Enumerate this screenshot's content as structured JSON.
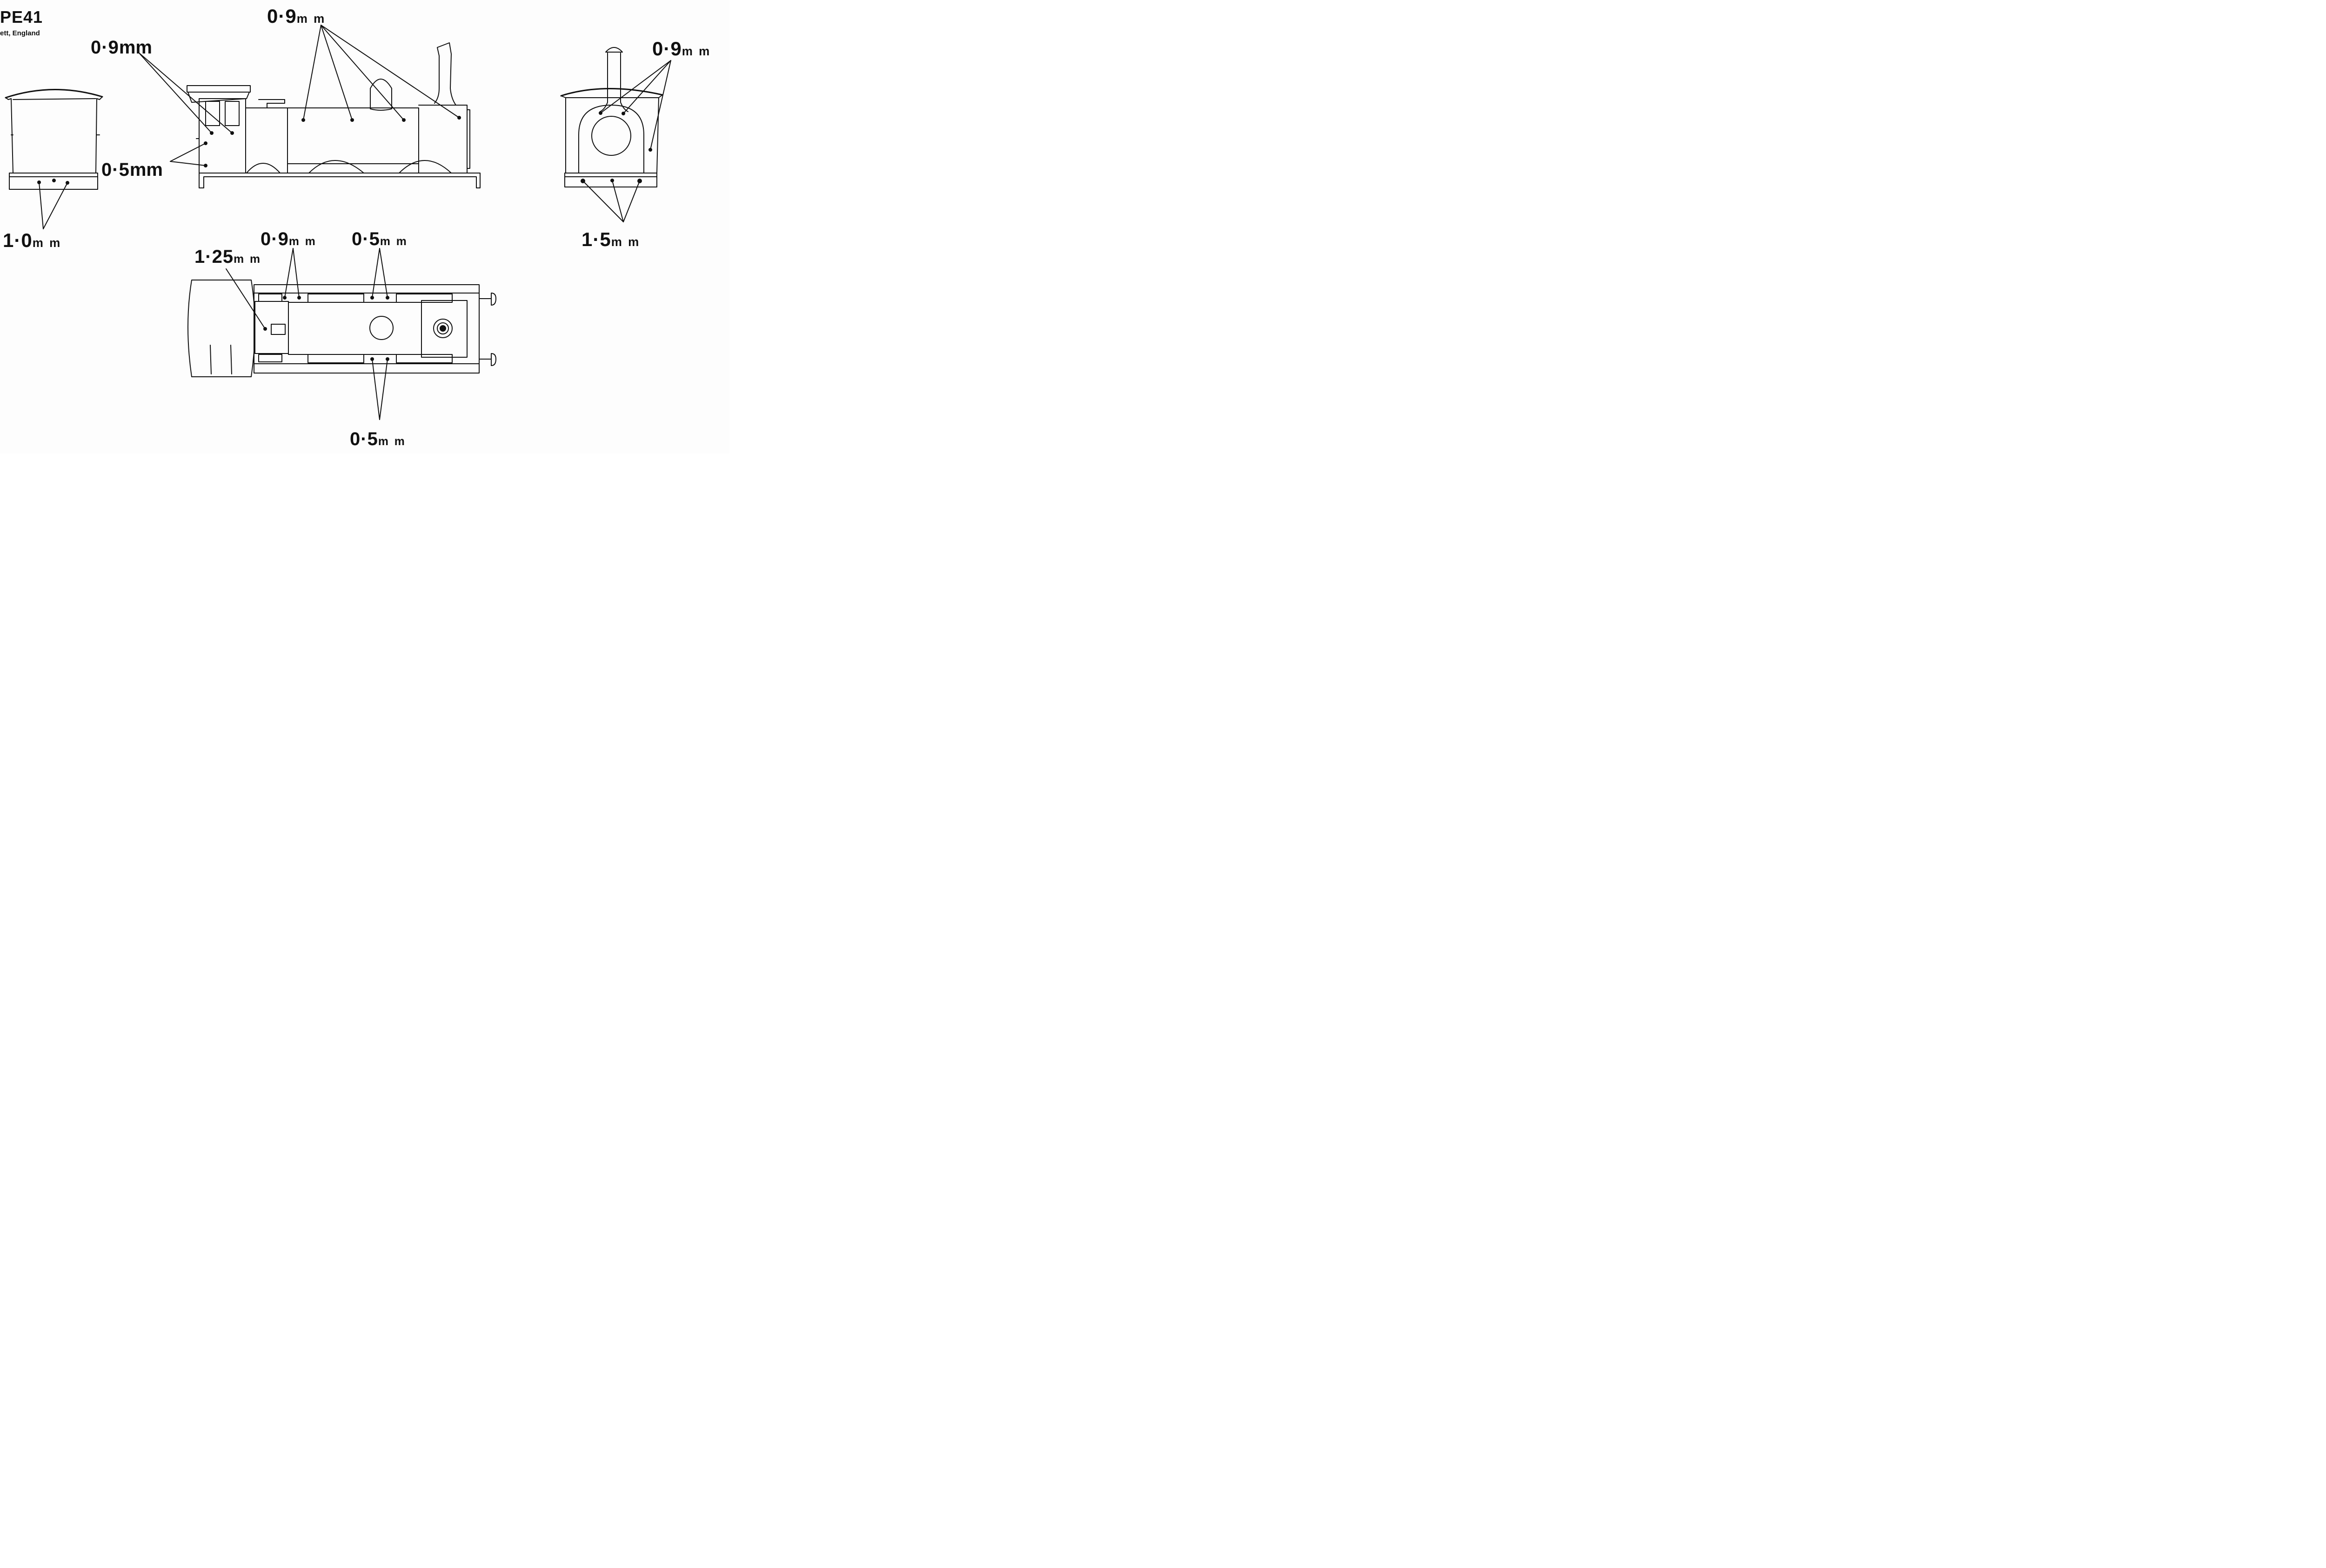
{
  "header": {
    "title": "PE41",
    "subtitle": "ett, England"
  },
  "labels": {
    "cab_rear_top": {
      "num": "0·9",
      "unit": "mm"
    },
    "cab_rear_bottom": {
      "num": "0·5",
      "unit": "mm"
    },
    "boiler_side": {
      "num": "0·9",
      "unit": "m m"
    },
    "smokebox_front": {
      "num": "0·9",
      "unit": "m m"
    },
    "cab_end_base": {
      "num": "1·0",
      "unit": "m m"
    },
    "buffer_beam": {
      "num": "1·5",
      "unit": "m m"
    },
    "plan_bunker": {
      "num": "1·25",
      "unit": "m m"
    },
    "plan_tank_a": {
      "num": "0·9",
      "unit": "m m"
    },
    "plan_tank_b": {
      "num": "0·5",
      "unit": "m m"
    },
    "plan_tank_bottom": {
      "num": "0·5",
      "unit": "m m"
    }
  }
}
